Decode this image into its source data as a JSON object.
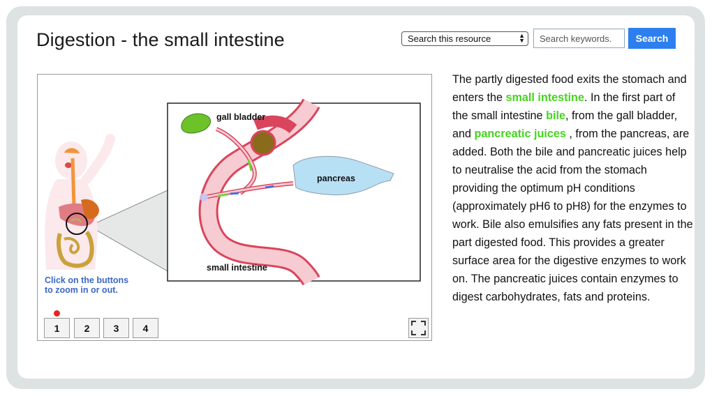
{
  "page": {
    "title": "Digestion - the small intestine"
  },
  "search": {
    "scope_selected": "Search this resource",
    "placeholder": "Search keywords.",
    "button_label": "Search"
  },
  "viewer": {
    "labels": {
      "gall_bladder": "gall bladder",
      "pancreas": "pancreas",
      "small_intestine": "small intestine"
    },
    "zoom_hint_line1": "Click on the buttons",
    "zoom_hint_line2": "to zoom in or out.",
    "zoom_buttons": [
      "1",
      "2",
      "3",
      "4"
    ],
    "active_zoom": "1"
  },
  "description": {
    "s1": "The partly digested food exits the stomach and enters the ",
    "h1": "small intestine",
    "s2": ". In the first part of the small intestine ",
    "h2": "bile",
    "s3": ", from the gall bladder, and ",
    "h3": "pancreatic juices",
    "s4": " , from the pancreas, are added. Both the bile and pancreatic juices help to neutralise the acid from the stomach providing the optimum pH conditions (approximately pH6 to pH8) for the enzymes to work. Bile also emulsifies any fats present in the part digested food. This provides a greater surface area for the digestive enzymes to work on. The pancreatic juices contain enzymes to digest carbohydrates, fats and proteins."
  },
  "colors": {
    "accent_blue": "#2d7ff0",
    "highlight_green": "#44d51e",
    "hint_blue": "#3a67c8",
    "active_dot_red": "#e8231f"
  }
}
